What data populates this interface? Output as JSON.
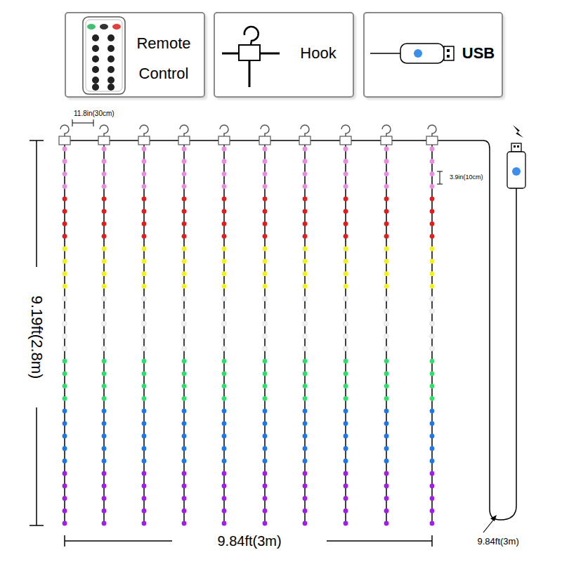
{
  "diagram": {
    "nodes": [
      {
        "text": [
          "Remote Control"
        ]
      },
      {
        "text": [
          "Hook"
        ]
      },
      {
        "text": [
          "USB"
        ]
      }
    ],
    "labels": [
      "11.8in(30cm)",
      "3.9in(10cm)",
      "9.19ft(2.8m)",
      "9.84ft(3m)",
      "9.84ft(3m)"
    ]
  }
}
